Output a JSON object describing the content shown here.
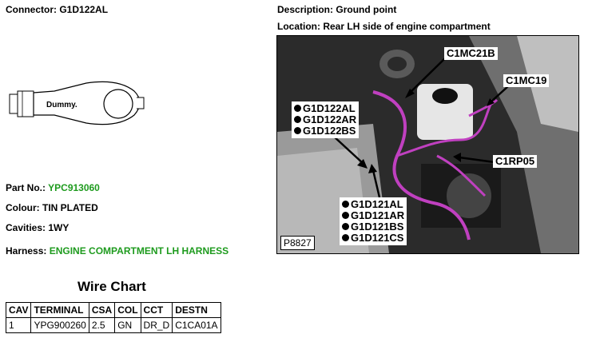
{
  "connector": {
    "label": "Connector:",
    "value": "G1D122AL"
  },
  "description": {
    "label": "Description:",
    "value": "Ground point"
  },
  "location": {
    "label": "Location:",
    "value": "Rear LH side of engine compartment"
  },
  "drawing": {
    "text": "Dummy."
  },
  "part_no": {
    "label": "Part No.:",
    "value": "YPC913060"
  },
  "colour": {
    "label": "Colour:",
    "value": "TIN PLATED"
  },
  "cavities": {
    "label": "Cavities:",
    "value": "1WY"
  },
  "harness": {
    "label": "Harness:",
    "value": "ENGINE COMPARTMENT LH HARNESS"
  },
  "wire_chart": {
    "title": "Wire Chart",
    "columns": [
      "CAV",
      "TERMINAL",
      "CSA",
      "COL",
      "CCT",
      "DESTN"
    ],
    "rows": [
      [
        "1",
        "YPG900260",
        "2.5",
        "GN",
        "DR_D",
        "C1CA01A"
      ]
    ]
  },
  "photo": {
    "ref": "P8827",
    "labels": {
      "c1mc21b": "C1MC21B",
      "c1mc19": "C1MC19",
      "c1rp05": "C1RP05",
      "group1": [
        "G1D122AL",
        "G1D122AR",
        "G1D122BS"
      ],
      "group2": [
        "G1D121AL",
        "G1D121AR",
        "G1D121BS",
        "G1D121CS"
      ]
    }
  },
  "colors": {
    "harness_green": "#1e9b1e",
    "wire_magenta": "#c040c0"
  }
}
